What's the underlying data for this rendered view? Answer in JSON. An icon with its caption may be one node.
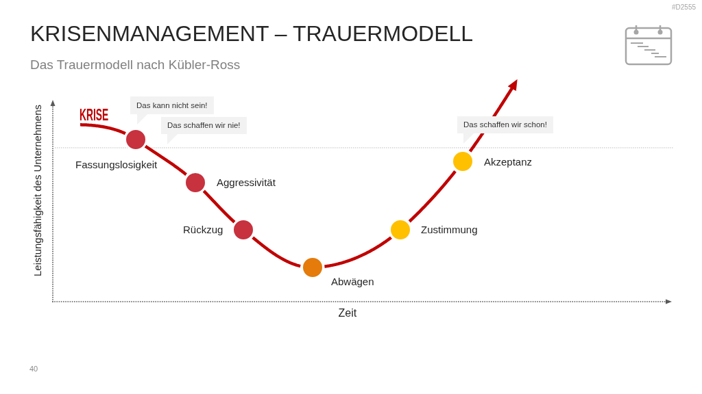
{
  "diagram": {
    "title": "KRISENMANAGEMENT – TRAUERMODELL",
    "nodes": [
      {
        "text": [
          "KRISE"
        ]
      },
      {
        "text": [
          "Das kann nicht sein!"
        ]
      },
      {
        "text": [],
        "shape": "circle",
        "beside": [
          "Fassungslosigkeit"
        ]
      },
      {
        "text": [
          "Das schaffen wir nie!"
        ]
      },
      {
        "text": [],
        "shape": "circle",
        "beside": [
          "Aggressivität"
        ]
      },
      {
        "text": [],
        "shape": "circle",
        "beside": [
          "Rückzug"
        ]
      },
      {
        "text": [],
        "shape": "circle",
        "beside": [
          "Abwägen"
        ]
      },
      {
        "text": [],
        "shape": "circle",
        "beside": [
          "Zustimmung"
        ]
      },
      {
        "text": [
          "Das schaffen wir schon!"
        ]
      },
      {
        "text": [],
        "shape": "circle",
        "beside": [
          "Akzeptanz"
        ]
      }
    ],
    "edges": [
      {
        "from": 0,
        "to": 2,
        "arrow": "none"
      },
      {
        "from": 2,
        "to": 4,
        "arrow": "none"
      },
      {
        "from": 4,
        "to": 5,
        "arrow": "none"
      },
      {
        "from": 5,
        "to": 6,
        "arrow": "none"
      },
      {
        "from": 6,
        "to": 7,
        "arrow": "none"
      },
      {
        "from": 7,
        "to": 9,
        "arrow": "none"
      },
      {
        "from": 9,
        "to": null,
        "arrow": "to"
      }
    ],
    "labels": [
      "#D2555",
      "Das Trauermodell nach Kübler-Ross",
      "Leistungsfähigkeit des Unternehmens",
      "Zeit",
      "40"
    ]
  }
}
